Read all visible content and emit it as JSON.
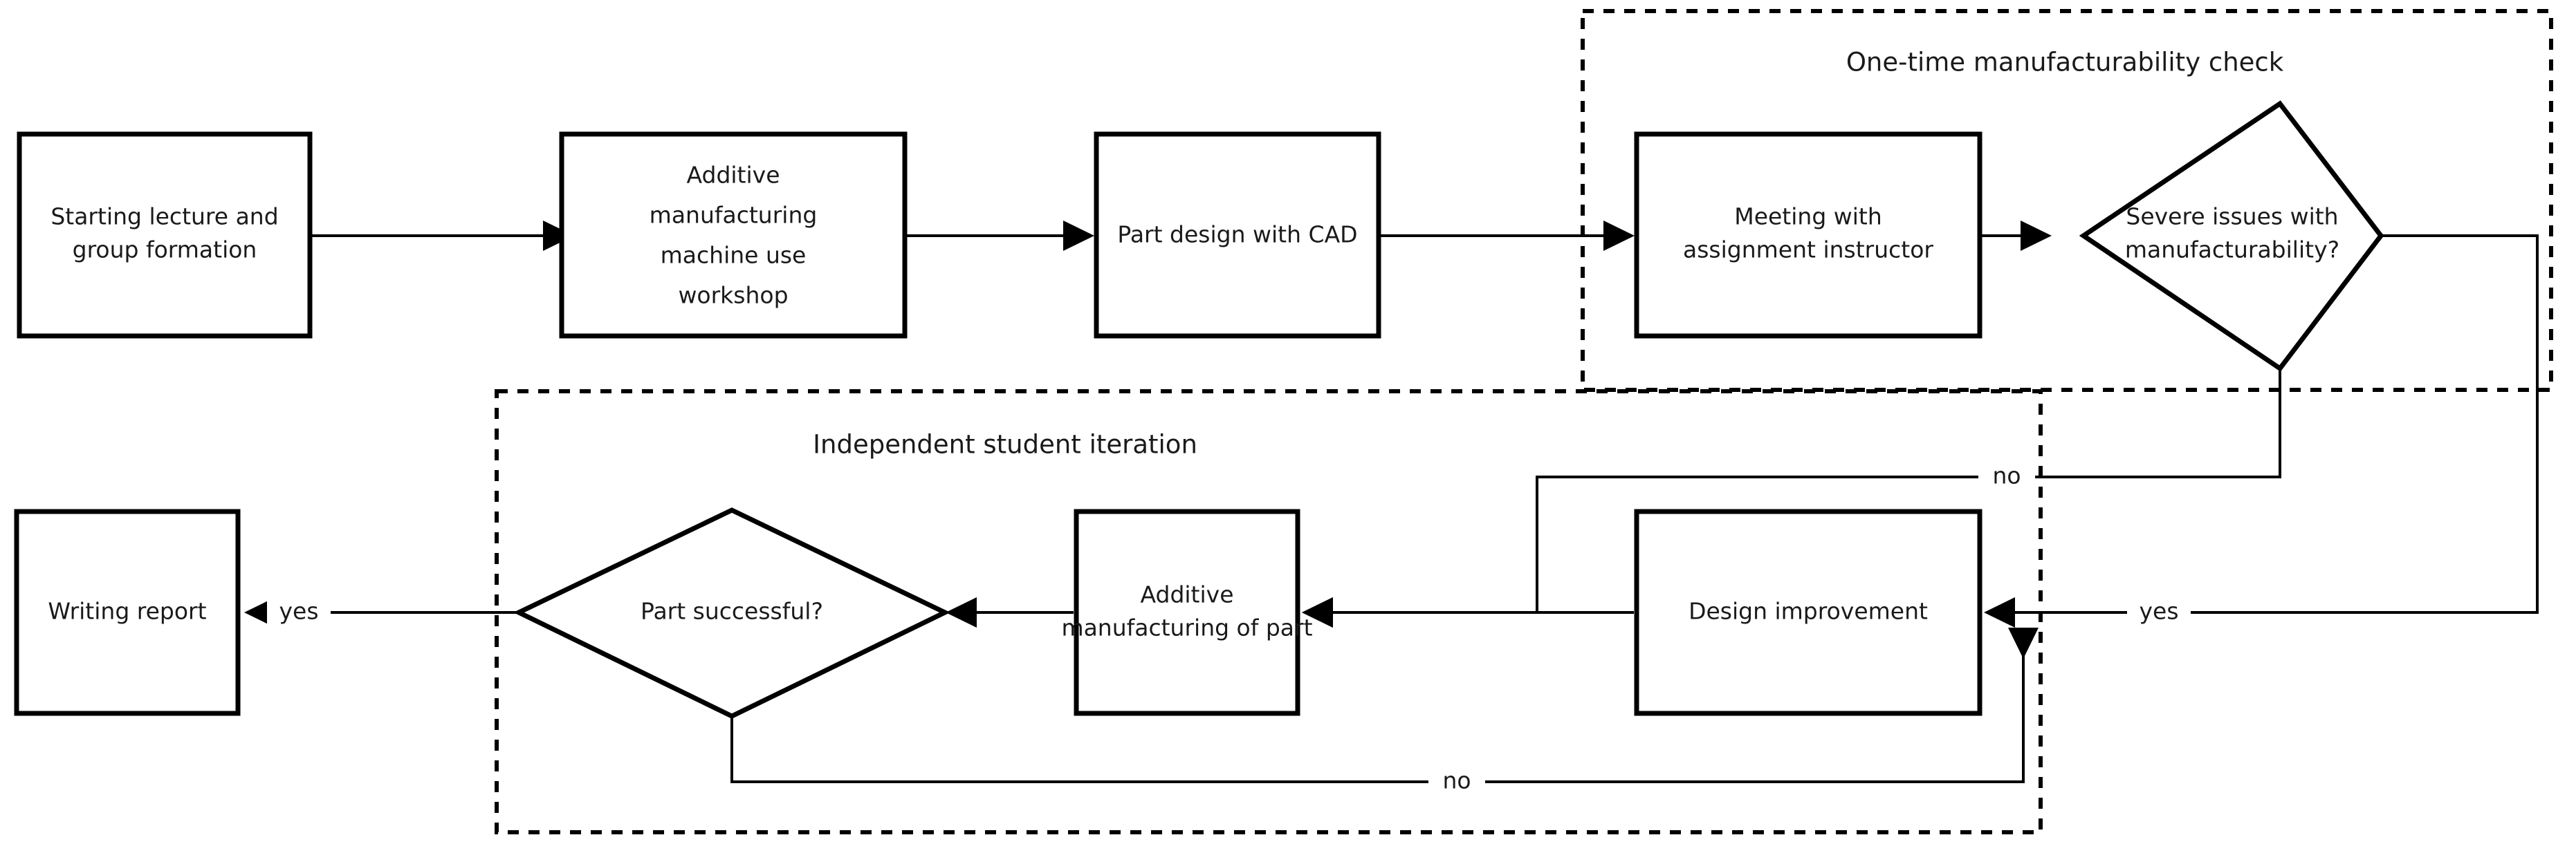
{
  "diagram": {
    "type": "flowchart",
    "title": "Additive manufacturing course assignment workflow",
    "background_color": "#ffffff",
    "line_color": "#000000",
    "text_color": "#1a1a1a",
    "groups": [
      {
        "id": "group-manufacturability",
        "label": "One-time manufacturability check",
        "style": "dashed"
      },
      {
        "id": "group-iteration",
        "label": "Independent student iteration",
        "style": "dashed"
      }
    ],
    "nodes": [
      {
        "id": "start-lecture",
        "shape": "rect",
        "label": "Starting lecture and group formation"
      },
      {
        "id": "am-workshop",
        "shape": "rect",
        "label": "Additive manufacturing machine use workshop"
      },
      {
        "id": "part-design-cad",
        "shape": "rect",
        "label": "Part design with CAD"
      },
      {
        "id": "meeting-instructor",
        "shape": "rect",
        "label": "Meeting with assignment instructor"
      },
      {
        "id": "severe-issues",
        "shape": "diamond",
        "label": "Severe issues with manufacturability?"
      },
      {
        "id": "design-improvement",
        "shape": "rect",
        "label": "Design improvement"
      },
      {
        "id": "am-of-part",
        "shape": "rect",
        "label": "Additive manufacturing of part"
      },
      {
        "id": "part-successful",
        "shape": "diamond",
        "label": "Part successful?"
      },
      {
        "id": "writing-report",
        "shape": "rect",
        "label": "Writing report"
      }
    ],
    "node_lines": {
      "start-lecture": [
        "Starting lecture and",
        "group formation"
      ],
      "am-workshop": [
        "Additive",
        "manufacturing",
        "machine use",
        "workshop"
      ],
      "part-design-cad": [
        "Part design with CAD"
      ],
      "meeting-instructor": [
        "Meeting with",
        "assignment instructor"
      ],
      "severe-issues": [
        "Severe issues with",
        "manufacturability?"
      ],
      "design-improvement": [
        "Design improvement"
      ],
      "am-of-part": [
        "Additive",
        "manufacturing of part"
      ],
      "part-successful": [
        "Part successful?"
      ],
      "writing-report": [
        "Writing report"
      ]
    },
    "edges": [
      {
        "id": "e1",
        "from": "start-lecture",
        "to": "am-workshop",
        "label": ""
      },
      {
        "id": "e2",
        "from": "am-workshop",
        "to": "part-design-cad",
        "label": ""
      },
      {
        "id": "e3",
        "from": "part-design-cad",
        "to": "meeting-instructor",
        "label": ""
      },
      {
        "id": "e4",
        "from": "meeting-instructor",
        "to": "severe-issues",
        "label": ""
      },
      {
        "id": "e5",
        "from": "severe-issues",
        "to": "design-improvement",
        "label": "yes"
      },
      {
        "id": "e6",
        "from": "severe-issues",
        "to": "am-of-part",
        "label": "no"
      },
      {
        "id": "e7",
        "from": "design-improvement",
        "to": "am-of-part",
        "label": ""
      },
      {
        "id": "e8",
        "from": "am-of-part",
        "to": "part-successful",
        "label": ""
      },
      {
        "id": "e9",
        "from": "part-successful",
        "to": "writing-report",
        "label": "yes"
      },
      {
        "id": "e10",
        "from": "part-successful",
        "to": "design-improvement",
        "label": "no"
      }
    ],
    "edge_labels": {
      "yes_manufacturability": "yes",
      "no_manufacturability": "no",
      "yes_part_successful": "yes",
      "no_part_successful": "no"
    }
  }
}
